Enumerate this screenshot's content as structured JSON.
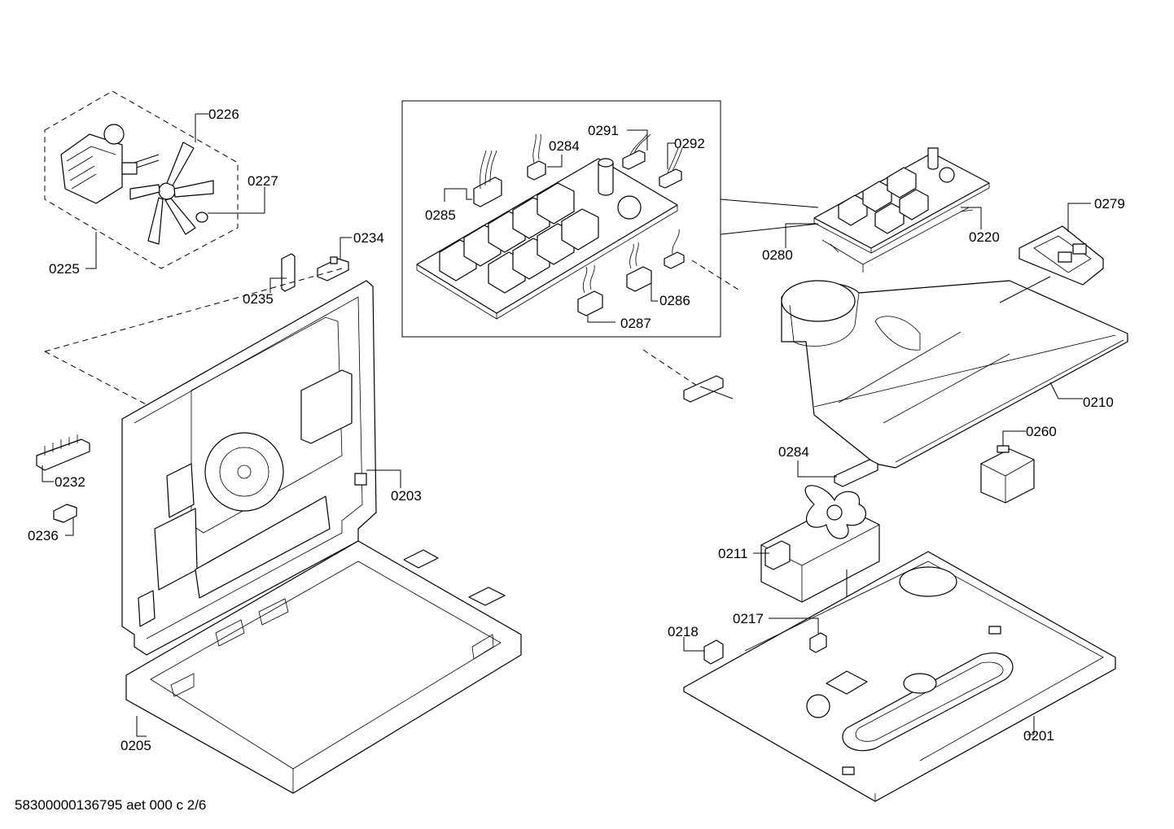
{
  "footer": {
    "code": "58300000136795 aet 000 c 2/6"
  },
  "labels": {
    "p0201": "0201",
    "p0203": "0203",
    "p0205": "0205",
    "p0210": "0210",
    "p0211": "0211",
    "p0217": "0217",
    "p0218": "0218",
    "p0220": "0220",
    "p0225": "0225",
    "p0226": "0226",
    "p0227": "0227",
    "p0232": "0232",
    "p0234": "0234",
    "p0235": "0235",
    "p0236": "0236",
    "p0260": "0260",
    "p0279": "0279",
    "p0280": "0280",
    "p0284a": "0284",
    "p0284b": "0284",
    "p0285": "0285",
    "p0286": "0286",
    "p0287": "0287",
    "p0291": "0291",
    "p0292": "0292"
  }
}
